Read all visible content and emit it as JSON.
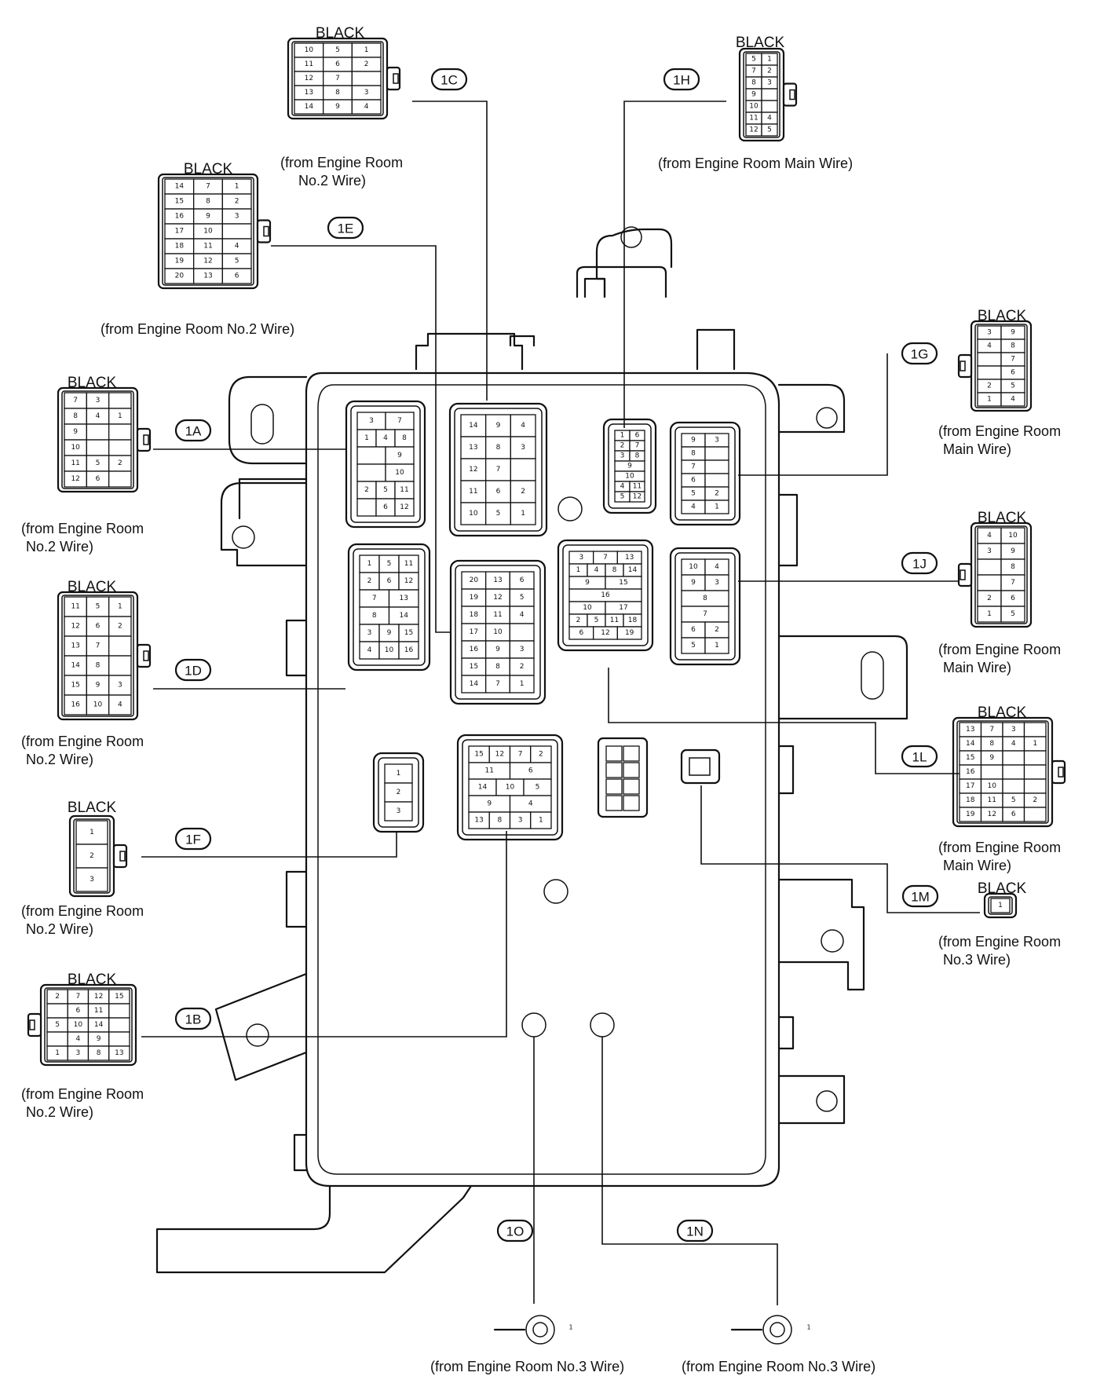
{
  "color_label": "BLACK",
  "connectors": [
    {
      "code": "1C",
      "color": "BLACK",
      "source": [
        "(from Engine Room",
        "No.2 Wire)"
      ]
    },
    {
      "code": "1E",
      "color": "BLACK",
      "source": [
        "(from Engine Room No.2 Wire)"
      ]
    },
    {
      "code": "1A",
      "color": "BLACK",
      "source": [
        "(from Engine Room",
        "No.2 Wire)"
      ]
    },
    {
      "code": "1D",
      "color": "BLACK",
      "source": [
        "(from Engine Room",
        "No.2 Wire)"
      ]
    },
    {
      "code": "1F",
      "color": "BLACK",
      "source": [
        "(from Engine Room",
        "No.2 Wire)"
      ]
    },
    {
      "code": "1B",
      "color": "BLACK",
      "source": [
        "(from Engine Room",
        "No.2 Wire)"
      ]
    },
    {
      "code": "1H",
      "color": "BLACK",
      "source": [
        "(from Engine Room Main Wire)"
      ]
    },
    {
      "code": "1G",
      "color": "BLACK",
      "source": [
        "(from Engine Room",
        "Main Wire)"
      ]
    },
    {
      "code": "1J",
      "color": "BLACK",
      "source": [
        "(from Engine Room",
        "Main Wire)"
      ]
    },
    {
      "code": "1L",
      "color": "BLACK",
      "source": [
        "(from Engine Room",
        "Main Wire)"
      ]
    },
    {
      "code": "1M",
      "color": "BLACK",
      "source": [
        "(from Engine Room",
        "No.3 Wire)"
      ]
    },
    {
      "code": "1O",
      "color": "",
      "source": [
        "(from Engine Room No.3 Wire)"
      ]
    },
    {
      "code": "1N",
      "color": "",
      "source": [
        "(from Engine Room No.3 Wire)"
      ]
    }
  ],
  "pin_grids": {
    "1C": [
      [
        "10",
        "5",
        "1"
      ],
      [
        "11",
        "6",
        "2"
      ],
      [
        "12",
        "7",
        ""
      ],
      [
        "13",
        "8",
        "3"
      ],
      [
        "14",
        "9",
        "4"
      ]
    ],
    "1E": [
      [
        "14",
        "7",
        "1"
      ],
      [
        "15",
        "8",
        "2"
      ],
      [
        "16",
        "9",
        "3"
      ],
      [
        "17",
        "10",
        ""
      ],
      [
        "18",
        "11",
        "4"
      ],
      [
        "19",
        "12",
        "5"
      ],
      [
        "20",
        "13",
        "6"
      ]
    ],
    "1A": [
      [
        "7",
        "3",
        ""
      ],
      [
        "8",
        "4",
        "1"
      ],
      [
        "9",
        "",
        ""
      ],
      [
        "10",
        "",
        ""
      ],
      [
        "11",
        "5",
        "2"
      ],
      [
        "12",
        "6",
        ""
      ]
    ],
    "1D": [
      [
        "11",
        "5",
        "1"
      ],
      [
        "12",
        "6",
        "2"
      ],
      [
        "13",
        "7",
        ""
      ],
      [
        "14",
        "8",
        ""
      ],
      [
        "15",
        "9",
        "3"
      ],
      [
        "16",
        "10",
        "4"
      ]
    ],
    "1F": [
      [
        "1"
      ],
      [
        "2"
      ],
      [
        "3"
      ]
    ],
    "1B": [
      [
        "2",
        "7",
        "12",
        "15"
      ],
      [
        "",
        "6",
        "11",
        ""
      ],
      [
        "5",
        "10",
        "14",
        ""
      ],
      [
        "",
        "4",
        "9",
        ""
      ],
      [
        "1",
        "3",
        "8",
        "13"
      ]
    ],
    "1H": [
      [
        "5",
        "1"
      ],
      [
        "7",
        "2"
      ],
      [
        "8",
        "3"
      ],
      [
        "9",
        ""
      ],
      [
        "10",
        ""
      ],
      [
        "11",
        "4"
      ],
      [
        "12",
        "5"
      ]
    ],
    "1G": [
      [
        "3",
        "9"
      ],
      [
        "4",
        "8"
      ],
      [
        "",
        "7"
      ],
      [
        "",
        "6"
      ],
      [
        "2",
        "5"
      ],
      [
        "1",
        "4"
      ]
    ],
    "1J": [
      [
        "4",
        "10"
      ],
      [
        "3",
        "9"
      ],
      [
        "",
        "8"
      ],
      [
        "",
        "7"
      ],
      [
        "2",
        "6"
      ],
      [
        "1",
        "5"
      ]
    ],
    "1L": [
      [
        "13",
        "7",
        "3",
        ""
      ],
      [
        "14",
        "8",
        "4",
        "1"
      ],
      [
        "15",
        "9",
        "",
        ""
      ],
      [
        "16",
        "",
        "",
        ""
      ],
      [
        "17",
        "10",
        "",
        ""
      ],
      [
        "18",
        "11",
        "5",
        "2"
      ],
      [
        "19",
        "12",
        "6",
        ""
      ]
    ],
    "1M": [
      [
        "1"
      ]
    ]
  },
  "block_grids": {
    "A": [
      [
        "3",
        "7"
      ],
      [
        "1",
        "4",
        "8"
      ],
      [
        "",
        "9"
      ],
      [
        "",
        "10"
      ],
      [
        "2",
        "5",
        "11"
      ],
      [
        "",
        "6",
        "12"
      ]
    ],
    "C": [
      [
        "14",
        "9",
        "4"
      ],
      [
        "13",
        "8",
        "3"
      ],
      [
        "12",
        "7",
        ""
      ],
      [
        "11",
        "6",
        "2"
      ],
      [
        "10",
        "5",
        "1"
      ]
    ],
    "H": [
      [
        "1",
        "6"
      ],
      [
        "2",
        "7"
      ],
      [
        "3",
        "8"
      ],
      [
        "9"
      ],
      [
        "10"
      ],
      [
        "4",
        "11"
      ],
      [
        "5",
        "12"
      ]
    ],
    "G": [
      [
        "9",
        "3"
      ],
      [
        "8",
        ""
      ],
      [
        "7",
        ""
      ],
      [
        "6",
        ""
      ],
      [
        "5",
        "2"
      ],
      [
        "4",
        "1"
      ]
    ],
    "D": [
      [
        "1",
        "5",
        "11"
      ],
      [
        "2",
        "6",
        "12"
      ],
      [
        "7",
        "13"
      ],
      [
        "8",
        "14"
      ],
      [
        "3",
        "9",
        "15"
      ],
      [
        "4",
        "10",
        "16"
      ]
    ],
    "E": [
      [
        "20",
        "13",
        "6"
      ],
      [
        "19",
        "12",
        "5"
      ],
      [
        "18",
        "11",
        "4"
      ],
      [
        "17",
        "10",
        ""
      ],
      [
        "16",
        "9",
        "3"
      ],
      [
        "15",
        "8",
        "2"
      ],
      [
        "14",
        "7",
        "1"
      ]
    ],
    "L": [
      [
        "3",
        "7",
        "13"
      ],
      [
        "1",
        "4",
        "8",
        "14"
      ],
      [
        "9",
        "15"
      ],
      [
        "16"
      ],
      [
        "10",
        "17"
      ],
      [
        "2",
        "5",
        "11",
        "18"
      ],
      [
        "6",
        "12",
        "19"
      ]
    ],
    "J": [
      [
        "10",
        "4"
      ],
      [
        "9",
        "3"
      ],
      [
        "8"
      ],
      [
        "7"
      ],
      [
        "6",
        "2"
      ],
      [
        "5",
        "1"
      ]
    ],
    "F": [
      [
        "1"
      ],
      [
        "2"
      ],
      [
        "3"
      ]
    ],
    "B": [
      [
        "15",
        "12",
        "7",
        "2"
      ],
      [
        "11",
        "6"
      ],
      [
        "14",
        "10",
        "5"
      ],
      [
        "9",
        "4"
      ],
      [
        "13",
        "8",
        "3",
        "1"
      ]
    ]
  }
}
